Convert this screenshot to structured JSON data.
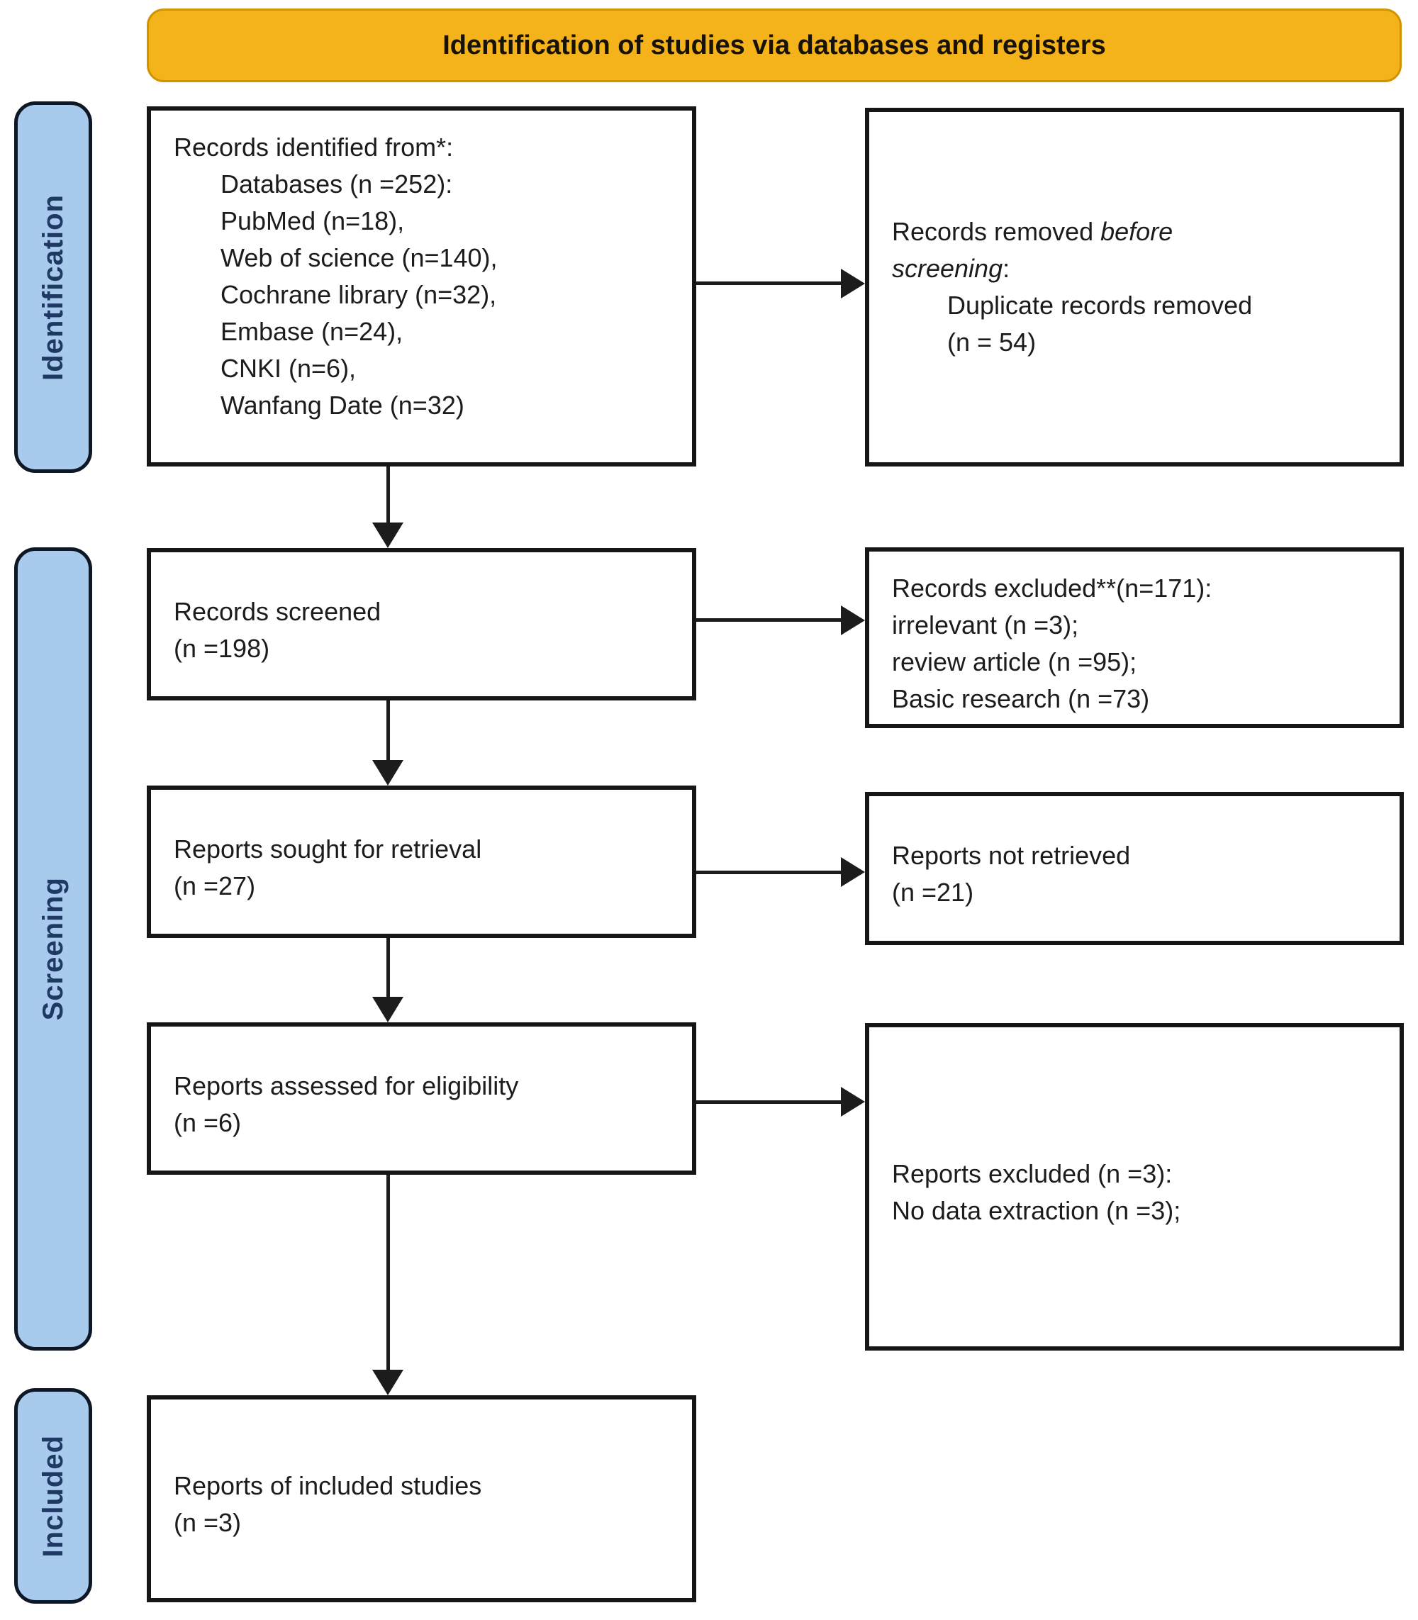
{
  "title": "Identification of studies via databases and registers",
  "colors": {
    "header_fill": "#F4B21B",
    "header_border": "#D09400",
    "sidebar_fill": "#A8CAEC",
    "sidebar_border": "#0E1726",
    "sidebar_text": "#1F3864",
    "box_border": "#161616",
    "text": "#1C1C1C",
    "arrow": "#1C1C1C",
    "background": "#FFFFFF"
  },
  "sidebar": {
    "identification": "Identification",
    "screening": "Screening",
    "included": "Included"
  },
  "boxes": {
    "identified": {
      "title": "Records identified from*:",
      "items": [
        "Databases (n =252):",
        "PubMed (n=18),",
        "Web of science (n=140),",
        "Cochrane library (n=32),",
        "Embase (n=24),",
        "CNKI (n=6),",
        "Wanfang Date (n=32)"
      ]
    },
    "removed": {
      "lead_normal": "Records removed ",
      "lead_italic": "before screening",
      "lead_suffix": ":",
      "item": "Duplicate records removed",
      "count": "(n = 54)"
    },
    "screened": {
      "line1": "Records screened",
      "line2": "(n =198)"
    },
    "records_excluded": {
      "lines": [
        "Records excluded**(n=171):",
        "irrelevant (n =3);",
        "review article (n =95);",
        "Basic research (n =73)"
      ]
    },
    "sought": {
      "line1": "Reports sought for retrieval",
      "line2": "(n =27)"
    },
    "not_retrieved": {
      "line1": "Reports not retrieved",
      "line2": "(n =21)"
    },
    "assessed": {
      "line1": "Reports assessed for eligibility",
      "line2": "(n =6)"
    },
    "reports_excluded": {
      "lines": [
        "Reports excluded (n =3):",
        "No data extraction (n =3);"
      ]
    },
    "included_reports": {
      "line1": "Reports of included studies",
      "line2": "(n =3)"
    }
  }
}
